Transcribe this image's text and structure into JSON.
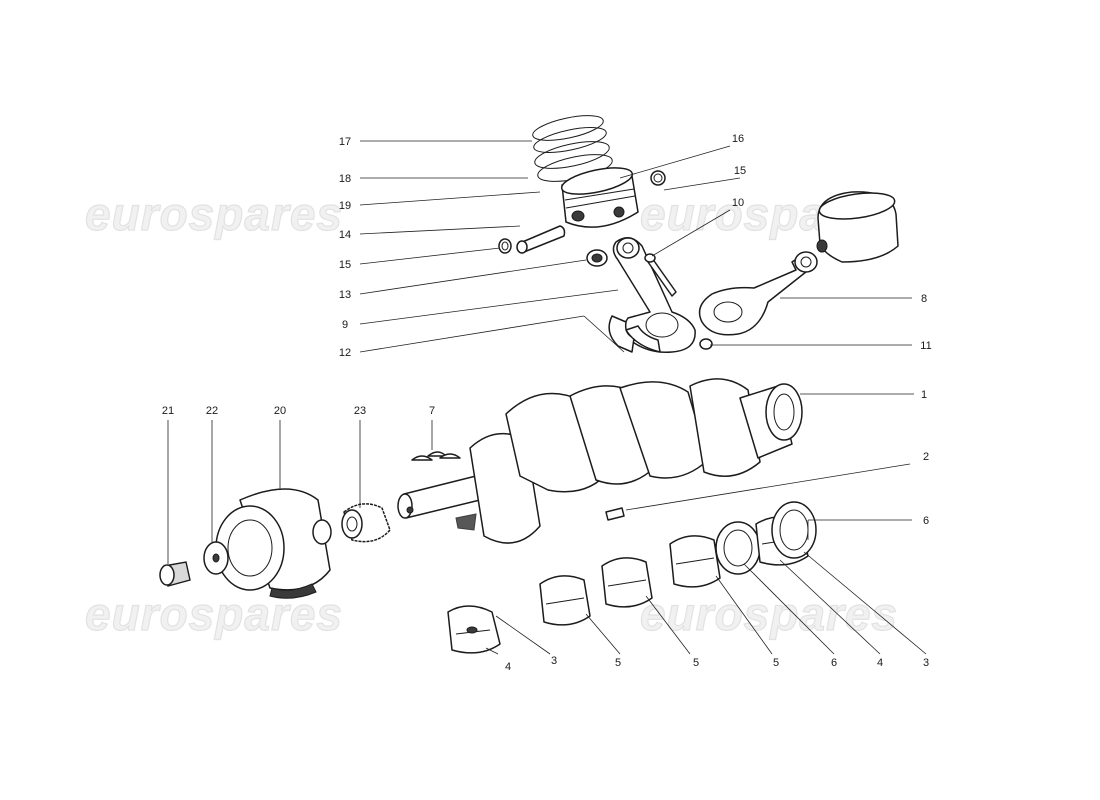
{
  "watermark": {
    "text": "eurospares"
  },
  "callouts": [
    {
      "id": "c17a",
      "text": "17"
    },
    {
      "id": "c18a",
      "text": "18"
    },
    {
      "id": "c19a",
      "text": "19"
    },
    {
      "id": "c14a",
      "text": "14"
    },
    {
      "id": "c15a",
      "text": "15"
    },
    {
      "id": "c13a",
      "text": "13"
    },
    {
      "id": "c9a",
      "text": "9"
    },
    {
      "id": "c12a",
      "text": "12"
    },
    {
      "id": "c16a",
      "text": "16"
    },
    {
      "id": "c15b",
      "text": "15"
    },
    {
      "id": "c10a",
      "text": "10"
    },
    {
      "id": "c8a",
      "text": "8"
    },
    {
      "id": "c11a",
      "text": "11"
    },
    {
      "id": "c1a",
      "text": "1"
    },
    {
      "id": "c2a",
      "text": "2"
    },
    {
      "id": "c6a",
      "text": "6"
    },
    {
      "id": "c21a",
      "text": "21"
    },
    {
      "id": "c22a",
      "text": "22"
    },
    {
      "id": "c20a",
      "text": "20"
    },
    {
      "id": "c23a",
      "text": "23"
    },
    {
      "id": "c7a",
      "text": "7"
    },
    {
      "id": "c4a",
      "text": "4"
    },
    {
      "id": "c3a",
      "text": "3"
    },
    {
      "id": "c5a",
      "text": "5"
    },
    {
      "id": "c5b",
      "text": "5"
    },
    {
      "id": "c5c",
      "text": "5"
    },
    {
      "id": "c6b",
      "text": "6"
    },
    {
      "id": "c4b",
      "text": "4"
    },
    {
      "id": "c3b",
      "text": "3"
    }
  ]
}
